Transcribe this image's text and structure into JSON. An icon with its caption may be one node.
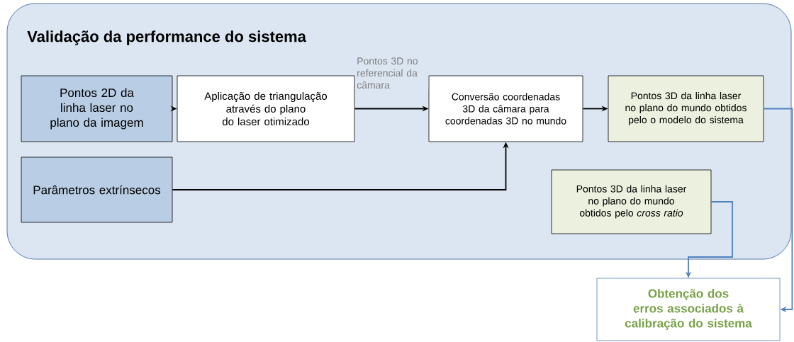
{
  "diagram": {
    "nodes": [
      {
        "text": [
          "Validação da performance do sistema"
        ]
      },
      {
        "text": [
          "Pontos 2D da linha laser no plano da imagem"
        ],
        "in": 0
      },
      {
        "text": [
          "Aplicação de triangulação através do plano do laser otimizado"
        ],
        "in": 0
      },
      {
        "text": [
          "Conversão coordenadas 3D da câmara para coordenadas 3D no mundo"
        ],
        "in": 0
      },
      {
        "text": [
          "Pontos 3D da linha laser no plano do mundo obtidos pelo o modelo do sistema"
        ],
        "in": 0
      },
      {
        "text": [
          "Parâmetros extrínsecos"
        ],
        "in": 0
      },
      {
        "text": [
          "Pontos 3D da linha laser no plano do mundo obtidos pelo *cross ratio*"
        ],
        "in": 0
      },
      {
        "text": [
          "Obtenção dos erros associados à calibração do sistema"
        ]
      }
    ],
    "edges": [
      {
        "from": 1,
        "to": 2,
        "arrow": "to"
      },
      {
        "from": 2,
        "to": 3,
        "arrow": "to",
        "label": "Pontos 3D no referencial da câmara"
      },
      {
        "from": 3,
        "to": 4,
        "arrow": "to"
      },
      {
        "from": 5,
        "to": 3,
        "arrow": "to"
      },
      {
        "from": 6,
        "to": 7,
        "arrow": "to",
        "color": "#4f81bd"
      },
      {
        "from": 4,
        "to": 7,
        "arrow": "to",
        "color": "#4f81bd"
      }
    ]
  }
}
